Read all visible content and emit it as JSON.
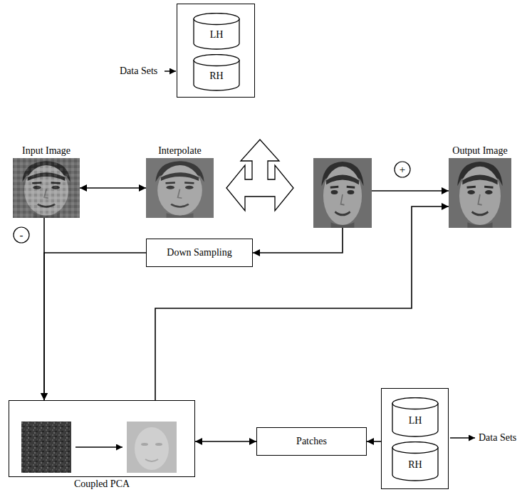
{
  "diagram": {
    "nodes": [
      {
        "text": []
      },
      {
        "text": [
          "LH"
        ],
        "in": 0
      },
      {
        "text": [
          "RH"
        ],
        "in": 0
      },
      {
        "text": [
          "Input Image"
        ]
      },
      {
        "text": [
          "Interpolate"
        ]
      },
      {
        "text": []
      },
      {
        "text": [
          "Output Image"
        ]
      },
      {
        "text": [
          "+"
        ]
      },
      {
        "text": [
          "-"
        ]
      },
      {
        "text": [
          "Down Sampling"
        ]
      },
      {
        "text": [
          "Coupled PCA"
        ]
      },
      {
        "text": [
          "Patches"
        ]
      },
      {
        "text": []
      },
      {
        "text": [
          "LH"
        ],
        "in": 12
      },
      {
        "text": [
          "RH"
        ],
        "in": 12
      }
    ],
    "edges": [
      {
        "from": 3,
        "to": 4,
        "arrow": "both"
      },
      {
        "from": 5,
        "to": 9,
        "arrow": "to"
      },
      {
        "from": 3,
        "to": 10,
        "arrow": "to"
      },
      {
        "from": 9,
        "to": 10,
        "arrow": "to"
      },
      {
        "from": 5,
        "to": 6,
        "arrow": "to"
      },
      {
        "from": 10,
        "to": 6,
        "arrow": "to"
      },
      {
        "from": 10,
        "to": 11,
        "arrow": "both"
      },
      {
        "from": 12,
        "to": 11,
        "arrow": "to"
      }
    ],
    "labels": [
      "Data Sets",
      "Data Sets"
    ]
  }
}
